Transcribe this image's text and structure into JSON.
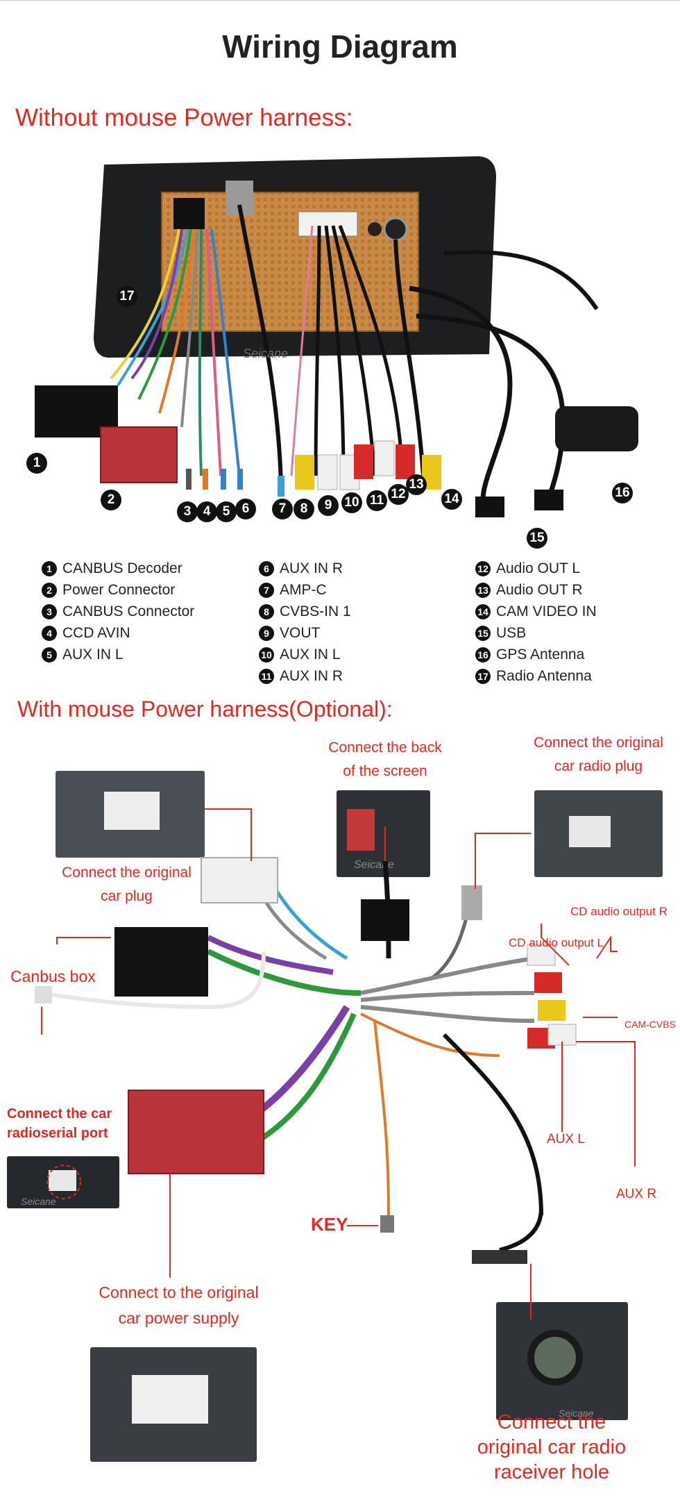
{
  "title": "Wiring Diagram",
  "section1": {
    "heading": "Without mouse Power harness:",
    "photo_watermark": "Seicane",
    "markers": [
      "1",
      "2",
      "3",
      "4",
      "5",
      "6",
      "7",
      "8",
      "9",
      "10",
      "11",
      "12",
      "13",
      "14",
      "15",
      "16",
      "17"
    ],
    "legend": [
      {
        "num": "1",
        "label": "CANBUS Decoder"
      },
      {
        "num": "2",
        "label": "Power Connector"
      },
      {
        "num": "3",
        "label": "CANBUS Connector"
      },
      {
        "num": "4",
        "label": "CCD AVIN"
      },
      {
        "num": "5",
        "label": "AUX IN L"
      },
      {
        "num": "6",
        "label": "AUX IN R"
      },
      {
        "num": "7",
        "label": "AMP-C"
      },
      {
        "num": "8",
        "label": "CVBS-IN 1"
      },
      {
        "num": "9",
        "label": "VOUT"
      },
      {
        "num": "10",
        "label": "AUX IN L"
      },
      {
        "num": "11",
        "label": "AUX IN R"
      },
      {
        "num": "12",
        "label": "Audio OUT L"
      },
      {
        "num": "13",
        "label": "Audio OUT R"
      },
      {
        "num": "14",
        "label": "CAM VIDEO IN"
      },
      {
        "num": "15",
        "label": "USB"
      },
      {
        "num": "16",
        "label": "GPS Antenna"
      },
      {
        "num": "17",
        "label": "Radio Antenna"
      }
    ]
  },
  "section2": {
    "heading": "With mouse Power harness(Optional):",
    "labels": {
      "back_screen": [
        "Connect the back",
        "of the screen"
      ],
      "orig_radio_plug": [
        "Connect the original",
        "car radio plug"
      ],
      "orig_car_plug": [
        "Connect the original",
        "car plug"
      ],
      "cd_out_r": "CD audio output R",
      "cd_out_l": "CD audio output L",
      "canbus_box": "Canbus box",
      "cam_cvbs": "CAM-CVBS",
      "radioserial": [
        "Connect the car",
        "radioserial port"
      ],
      "aux_l": "AUX L",
      "aux_r": "AUX R",
      "key": "KEY",
      "power_supply": [
        "Connect to the original",
        "car power supply"
      ],
      "receiver_hole": [
        "Connect the",
        "original car radio",
        "raceiver hole"
      ]
    },
    "watermark": "Seicane"
  },
  "colors": {
    "accent_red": "#e8261d",
    "text_dark": "#222222",
    "connector_red": "#b8343a"
  }
}
